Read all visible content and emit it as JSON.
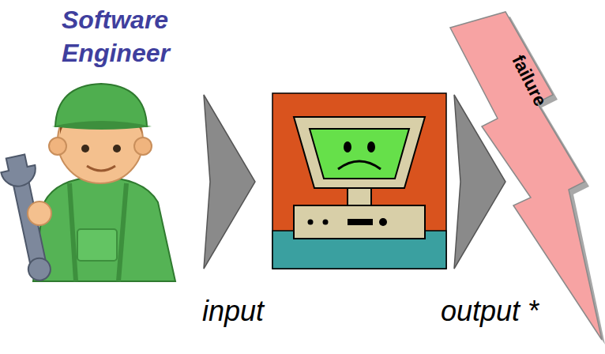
{
  "diagram": {
    "nodes": [
      {
        "text": [
          "failure"
        ]
      }
    ],
    "labels": [
      "Software Engineer",
      "input",
      "output *"
    ]
  }
}
